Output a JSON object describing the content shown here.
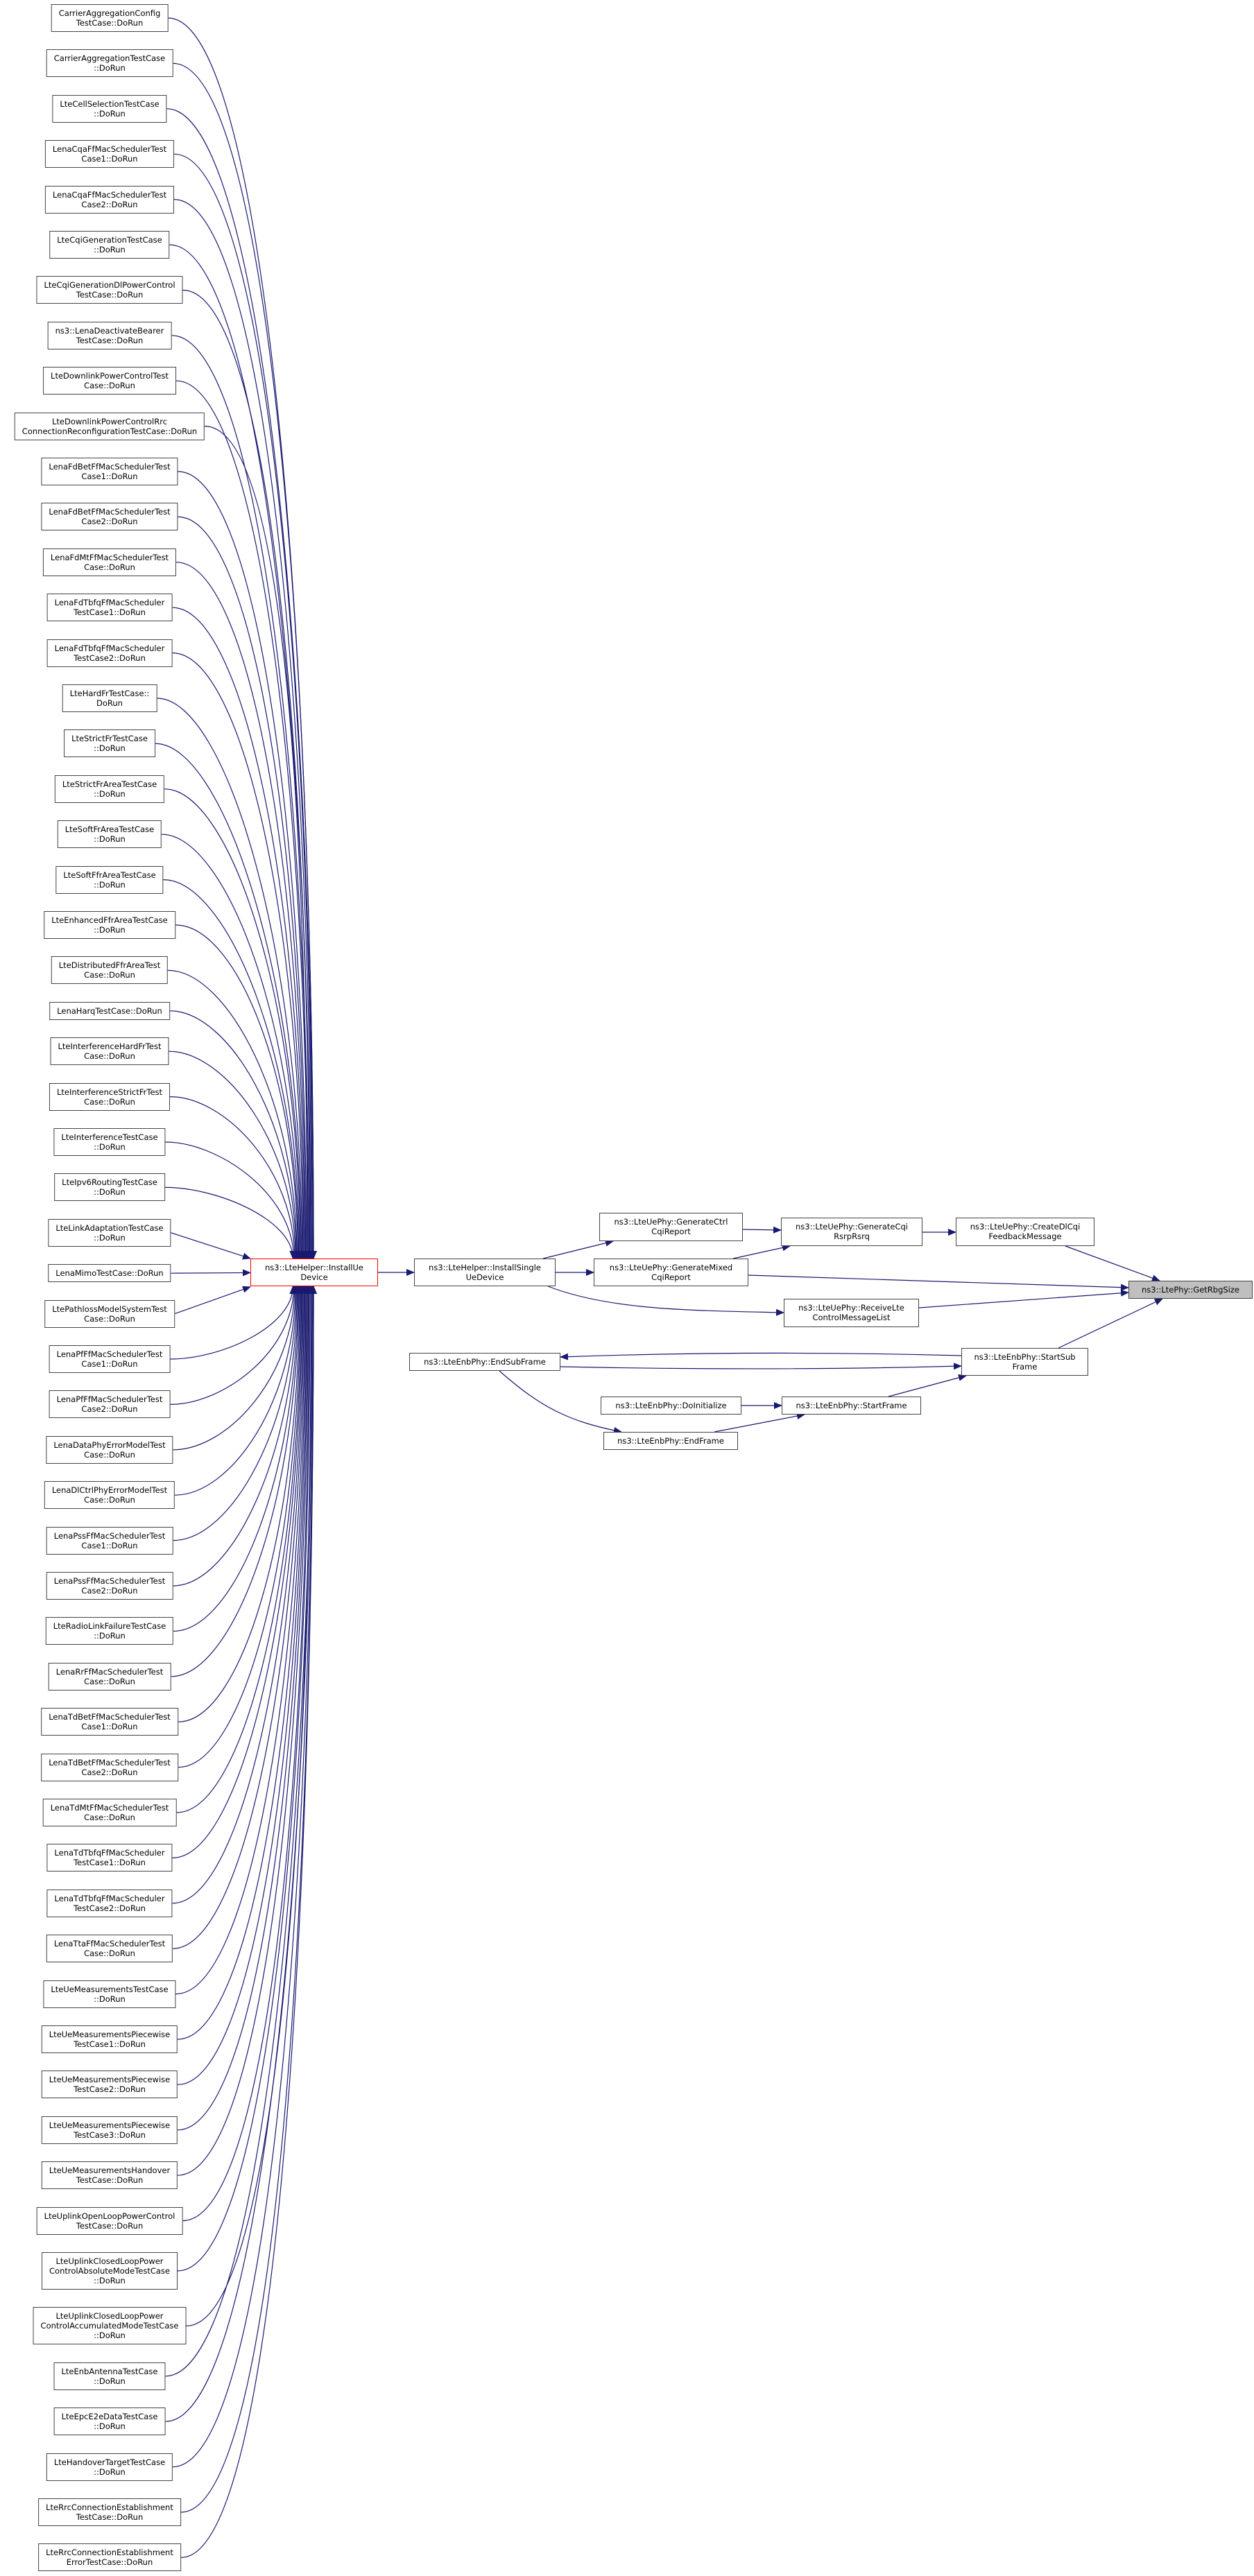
{
  "callers": [
    "CarrierAggregationConfig\nTestCase::DoRun",
    "CarrierAggregationTestCase\n::DoRun",
    "LteCellSelectionTestCase\n::DoRun",
    "LenaCqaFfMacSchedulerTest\nCase1::DoRun",
    "LenaCqaFfMacSchedulerTest\nCase2::DoRun",
    "LteCqiGenerationTestCase\n::DoRun",
    "LteCqiGenerationDlPowerControl\nTestCase::DoRun",
    "ns3::LenaDeactivateBearer\nTestCase::DoRun",
    "LteDownlinkPowerControlTest\nCase::DoRun",
    "LteDownlinkPowerControlRrc\nConnectionReconfigurationTestCase::DoRun",
    "LenaFdBetFfMacSchedulerTest\nCase1::DoRun",
    "LenaFdBetFfMacSchedulerTest\nCase2::DoRun",
    "LenaFdMtFfMacSchedulerTest\nCase::DoRun",
    "LenaFdTbfqFfMacScheduler\nTestCase1::DoRun",
    "LenaFdTbfqFfMacScheduler\nTestCase2::DoRun",
    "LteHardFrTestCase::\nDoRun",
    "LteStrictFrTestCase\n::DoRun",
    "LteStrictFrAreaTestCase\n::DoRun",
    "LteSoftFrAreaTestCase\n::DoRun",
    "LteSoftFfrAreaTestCase\n::DoRun",
    "LteEnhancedFfrAreaTestCase\n::DoRun",
    "LteDistributedFfrAreaTest\nCase::DoRun",
    "LenaHarqTestCase::DoRun",
    "LteInterferenceHardFrTest\nCase::DoRun",
    "LteInterferenceStrictFrTest\nCase::DoRun",
    "LteInterferenceTestCase\n::DoRun",
    "LteIpv6RoutingTestCase\n::DoRun",
    "LteLinkAdaptationTestCase\n::DoRun",
    "LenaMimoTestCase::DoRun",
    "LtePathlossModelSystemTest\nCase::DoRun",
    "LenaPfFfMacSchedulerTest\nCase1::DoRun",
    "LenaPfFfMacSchedulerTest\nCase2::DoRun",
    "LenaDataPhyErrorModelTest\nCase::DoRun",
    "LenaDlCtrlPhyErrorModelTest\nCase::DoRun",
    "LenaPssFfMacSchedulerTest\nCase1::DoRun",
    "LenaPssFfMacSchedulerTest\nCase2::DoRun",
    "LteRadioLinkFailureTestCase\n::DoRun",
    "LenaRrFfMacSchedulerTest\nCase::DoRun",
    "LenaTdBetFfMacSchedulerTest\nCase1::DoRun",
    "LenaTdBetFfMacSchedulerTest\nCase2::DoRun",
    "LenaTdMtFfMacSchedulerTest\nCase::DoRun",
    "LenaTdTbfqFfMacScheduler\nTestCase1::DoRun",
    "LenaTdTbfqFfMacScheduler\nTestCase2::DoRun",
    "LenaTtaFfMacSchedulerTest\nCase::DoRun",
    "LteUeMeasurementsTestCase\n::DoRun",
    "LteUeMeasurementsPiecewise\nTestCase1::DoRun",
    "LteUeMeasurementsPiecewise\nTestCase2::DoRun",
    "LteUeMeasurementsPiecewise\nTestCase3::DoRun",
    "LteUeMeasurementsHandover\nTestCase::DoRun",
    "LteUplinkOpenLoopPowerControl\nTestCase::DoRun",
    "LteUplinkClosedLoopPower\nControlAbsoluteModeTestCase\n::DoRun",
    "LteUplinkClosedLoopPower\nControlAccumulatedModeTestCase\n::DoRun",
    "LteEnbAntennaTestCase\n::DoRun",
    "LteEpcE2eDataTestCase\n::DoRun",
    "LteHandoverTargetTestCase\n::DoRun",
    "LteRrcConnectionEstablishment\nTestCase::DoRun",
    "LteRrcConnectionEstablishment\nErrorTestCase::DoRun"
  ],
  "nodes": {
    "install_ue_device": "ns3::LteHelper::InstallUe\nDevice",
    "install_single_ue_device": "ns3::LteHelper::InstallSingle\nUeDevice",
    "generate_ctrl_cqi_report": "ns3::LteUePhy::GenerateCtrl\nCqiReport",
    "generate_mixed_cqi_report": "ns3::LteUePhy::GenerateMixed\nCqiReport",
    "generate_cqi_rsrp_rsrq": "ns3::LteUePhy::GenerateCqi\nRsrpRsrq",
    "create_dl_cqi_feedback_message": "ns3::LteUePhy::CreateDlCqi\nFeedbackMessage",
    "receive_lte_control_message_list": "ns3::LteUePhy::ReceiveLte\nControlMessageList",
    "get_rbg_size": "ns3::LtePhy::GetRbgSize",
    "start_sub_frame": "ns3::LteEnbPhy::StartSub\nFrame",
    "end_sub_frame": "ns3::LteEnbPhy::EndSubFrame",
    "do_initialize": "ns3::LteEnbPhy::DoInitialize",
    "start_frame": "ns3::LteEnbPhy::StartFrame",
    "end_frame": "ns3::LteEnbPhy::EndFrame"
  },
  "colors": {
    "edge": "#191970",
    "focus_fill": "#bfbfbf",
    "root_border": "#ff0000"
  }
}
